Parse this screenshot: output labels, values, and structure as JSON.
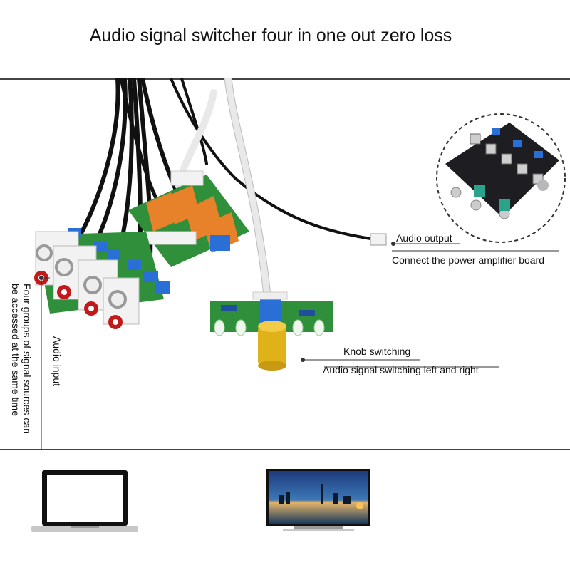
{
  "title": "Audio signal switcher four in one out zero loss",
  "callouts": {
    "audio_output": "Audio output",
    "connect_amp": "Connect the power amplifier board",
    "knob_switching": "Knob switching",
    "audio_switching_lr": "Audio signal switching left and right",
    "audio_input": "Audio input",
    "four_groups_line1": "Four groups of signal sources can",
    "four_groups_line2": "be accessed at the same time"
  },
  "colors": {
    "pcb_green": "#2f8f3a",
    "relay_orange": "#e8822a",
    "knob_gold": "#e0b21a",
    "terminal_blue": "#2a6fd6",
    "rca_red": "#c21a1a"
  },
  "icons": [
    "laptop-icon",
    "tv-icon"
  ]
}
